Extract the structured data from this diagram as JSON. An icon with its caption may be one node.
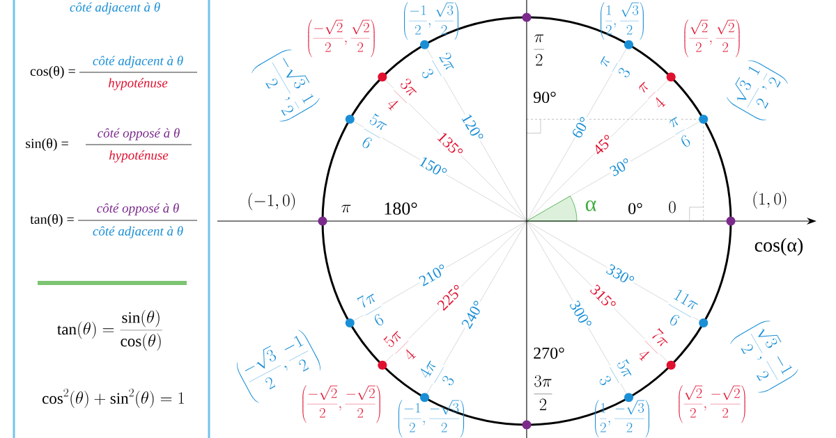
{
  "diagram": {
    "labels": [
      "côté adjacent à θ",
      "cos(θ) =",
      "côté adjacent à θ",
      "hypoténuse",
      "sin(θ) =",
      "côté opposé à θ",
      "hypoténuse",
      "tan(θ) =",
      "côté opposé à θ",
      "côté adjacent à θ",
      "\\tan(\\theta)=\\frac{\\sin(\\theta)}{\\cos(\\theta)}",
      "\\cos^{2}(\\theta)+\\sin^{2}(\\theta)=1",
      "(1,0)",
      "0",
      "0°",
      "\\left(\\frac{\\sqrt{3}}{2},\\frac{1}{2}\\right)",
      "\\frac{\\pi}{6}",
      "30°",
      "\\left(\\frac{\\sqrt{2}}{2},\\frac{\\sqrt{2}}{2}\\right)",
      "\\frac{\\pi}{4}",
      "45°",
      "\\left(\\frac{1}{2},\\frac{\\sqrt{3}}{2}\\right)",
      "\\frac{\\pi}{3}",
      "60°",
      "\\frac{\\pi}{2}",
      "90°",
      "\\left(\\frac{-1}{2},\\frac{\\sqrt{3}}{2}\\right)",
      "\\frac{2\\pi}{3}",
      "120°",
      "\\left(\\frac{-\\sqrt{2}}{2},\\frac{\\sqrt{2}}{2}\\right)",
      "\\frac{3\\pi}{4}",
      "135°",
      "\\left(\\frac{-\\sqrt{3}}{2},\\frac{1}{2}\\right)",
      "\\frac{5\\pi}{6}",
      "150°",
      "(-1,0)",
      "\\pi",
      "180°",
      "\\left(\\frac{-\\sqrt{3}}{2},\\frac{-1}{2}\\right)",
      "\\frac{7\\pi}{6}",
      "210°",
      "\\left(\\frac{-\\sqrt{2}}{2},\\frac{-\\sqrt{2}}{2}\\right)",
      "\\frac{5\\pi}{4}",
      "225°",
      "\\left(\\frac{-1}{2},\\frac{-\\sqrt{3}}{2}\\right)",
      "\\frac{4\\pi}{3}",
      "240°",
      "\\frac{3\\pi}{2}",
      "270°",
      "\\left(\\frac{1}{2},\\frac{-\\sqrt{3}}{2}\\right)",
      "\\frac{5\\pi}{3}",
      "300°",
      "\\left(\\frac{\\sqrt{2}}{2},\\frac{-\\sqrt{2}}{2}\\right)",
      "\\frac{7\\pi}{4}",
      "315°",
      "\\left(\\frac{\\sqrt{3}}{2},\\frac{-1}{2}\\right)",
      "\\frac{11\\pi}{6}",
      "330°",
      "α",
      "cos(α)"
    ]
  }
}
